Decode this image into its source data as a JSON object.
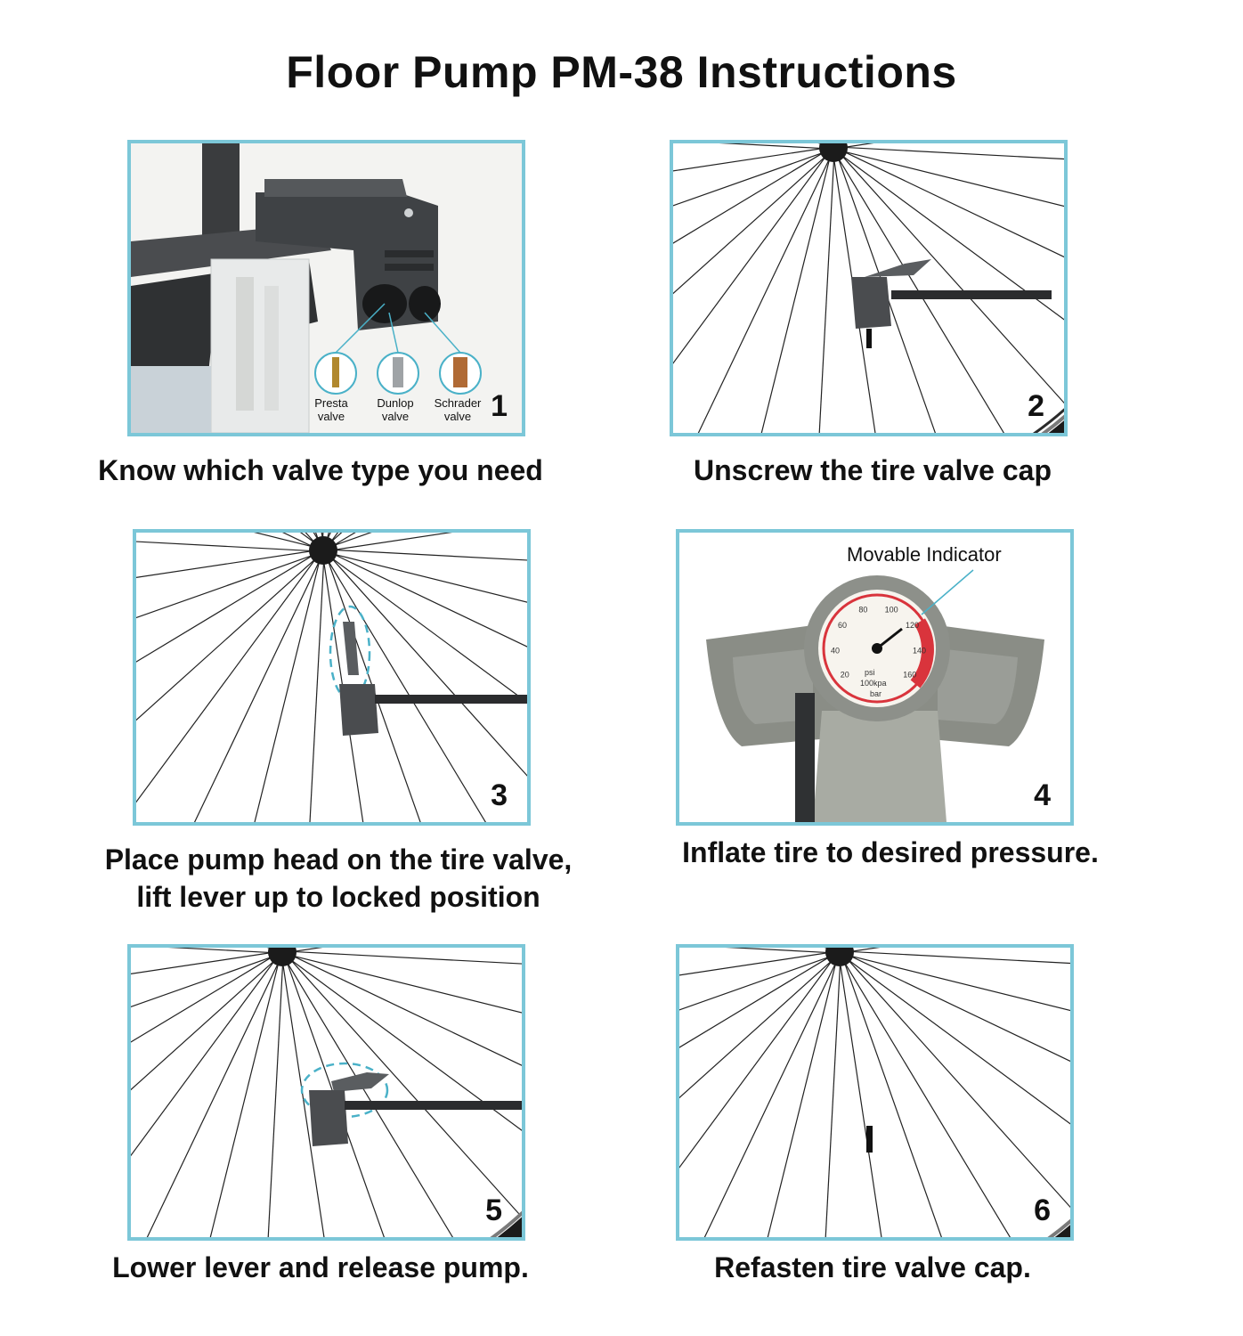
{
  "title": "Floor Pump PM-38 Instructions",
  "steps": [
    {
      "number": "1",
      "caption": "Know which valve type you need"
    },
    {
      "number": "2",
      "caption": "Unscrew the tire valve cap"
    },
    {
      "number": "3",
      "caption_line1": "Place pump head on the tire valve,",
      "caption_line2": "lift lever up to locked position"
    },
    {
      "number": "4",
      "caption": "Inflate tire to desired pressure."
    },
    {
      "number": "5",
      "caption": "Lower lever and release pump."
    },
    {
      "number": "6",
      "caption": "Refasten tire valve cap."
    }
  ],
  "valves": [
    {
      "line1": "Presta",
      "line2": "valve"
    },
    {
      "line1": "Dunlop",
      "line2": "valve"
    },
    {
      "line1": "Schrader",
      "line2": "valve"
    }
  ],
  "gauge": {
    "indicator_label": "Movable Indicator",
    "psi_label": "psi",
    "kpa_label": "100kpa",
    "bar_label": "bar",
    "ticks": [
      "20",
      "40",
      "60",
      "80",
      "100",
      "120",
      "140",
      "160"
    ]
  },
  "colors": {
    "frame": "#7cc7d8",
    "gauge_red": "#d9343c",
    "pump_gray": "#8a8d86"
  }
}
